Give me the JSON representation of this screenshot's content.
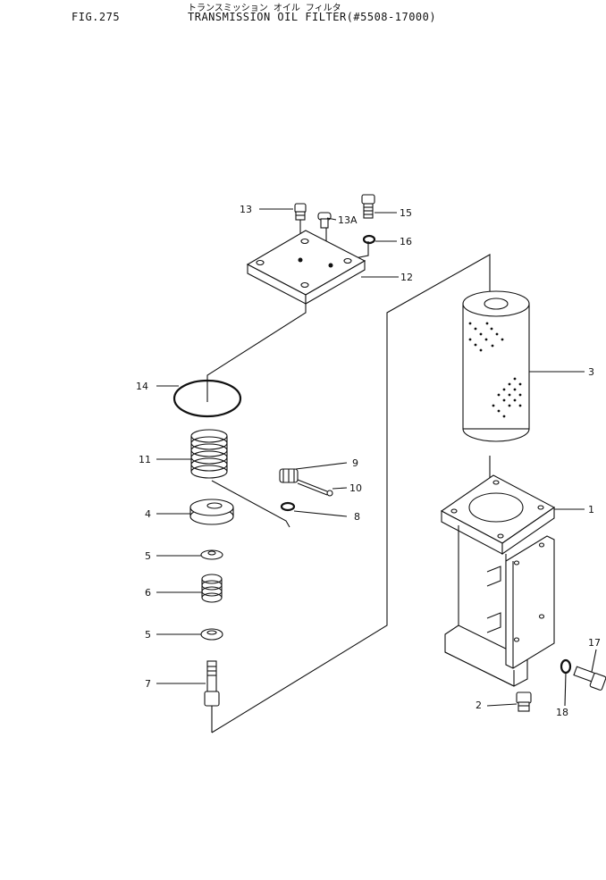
{
  "header": {
    "fig_no": "FIG.275",
    "title_jp": "トランスミッション オイル フィルタ",
    "title_en": "TRANSMISSION OIL FILTER(#5508-17000)"
  },
  "callouts": {
    "c1": "1",
    "c2": "2",
    "c3": "3",
    "c4": "4",
    "c5a": "5",
    "c5b": "5",
    "c6": "6",
    "c7": "7",
    "c8": "8",
    "c9": "9",
    "c10": "10",
    "c11": "11",
    "c12": "12",
    "c13": "13",
    "c13a": "13A",
    "c14": "14",
    "c15": "15",
    "c16": "16",
    "c17": "17",
    "c18": "18"
  }
}
